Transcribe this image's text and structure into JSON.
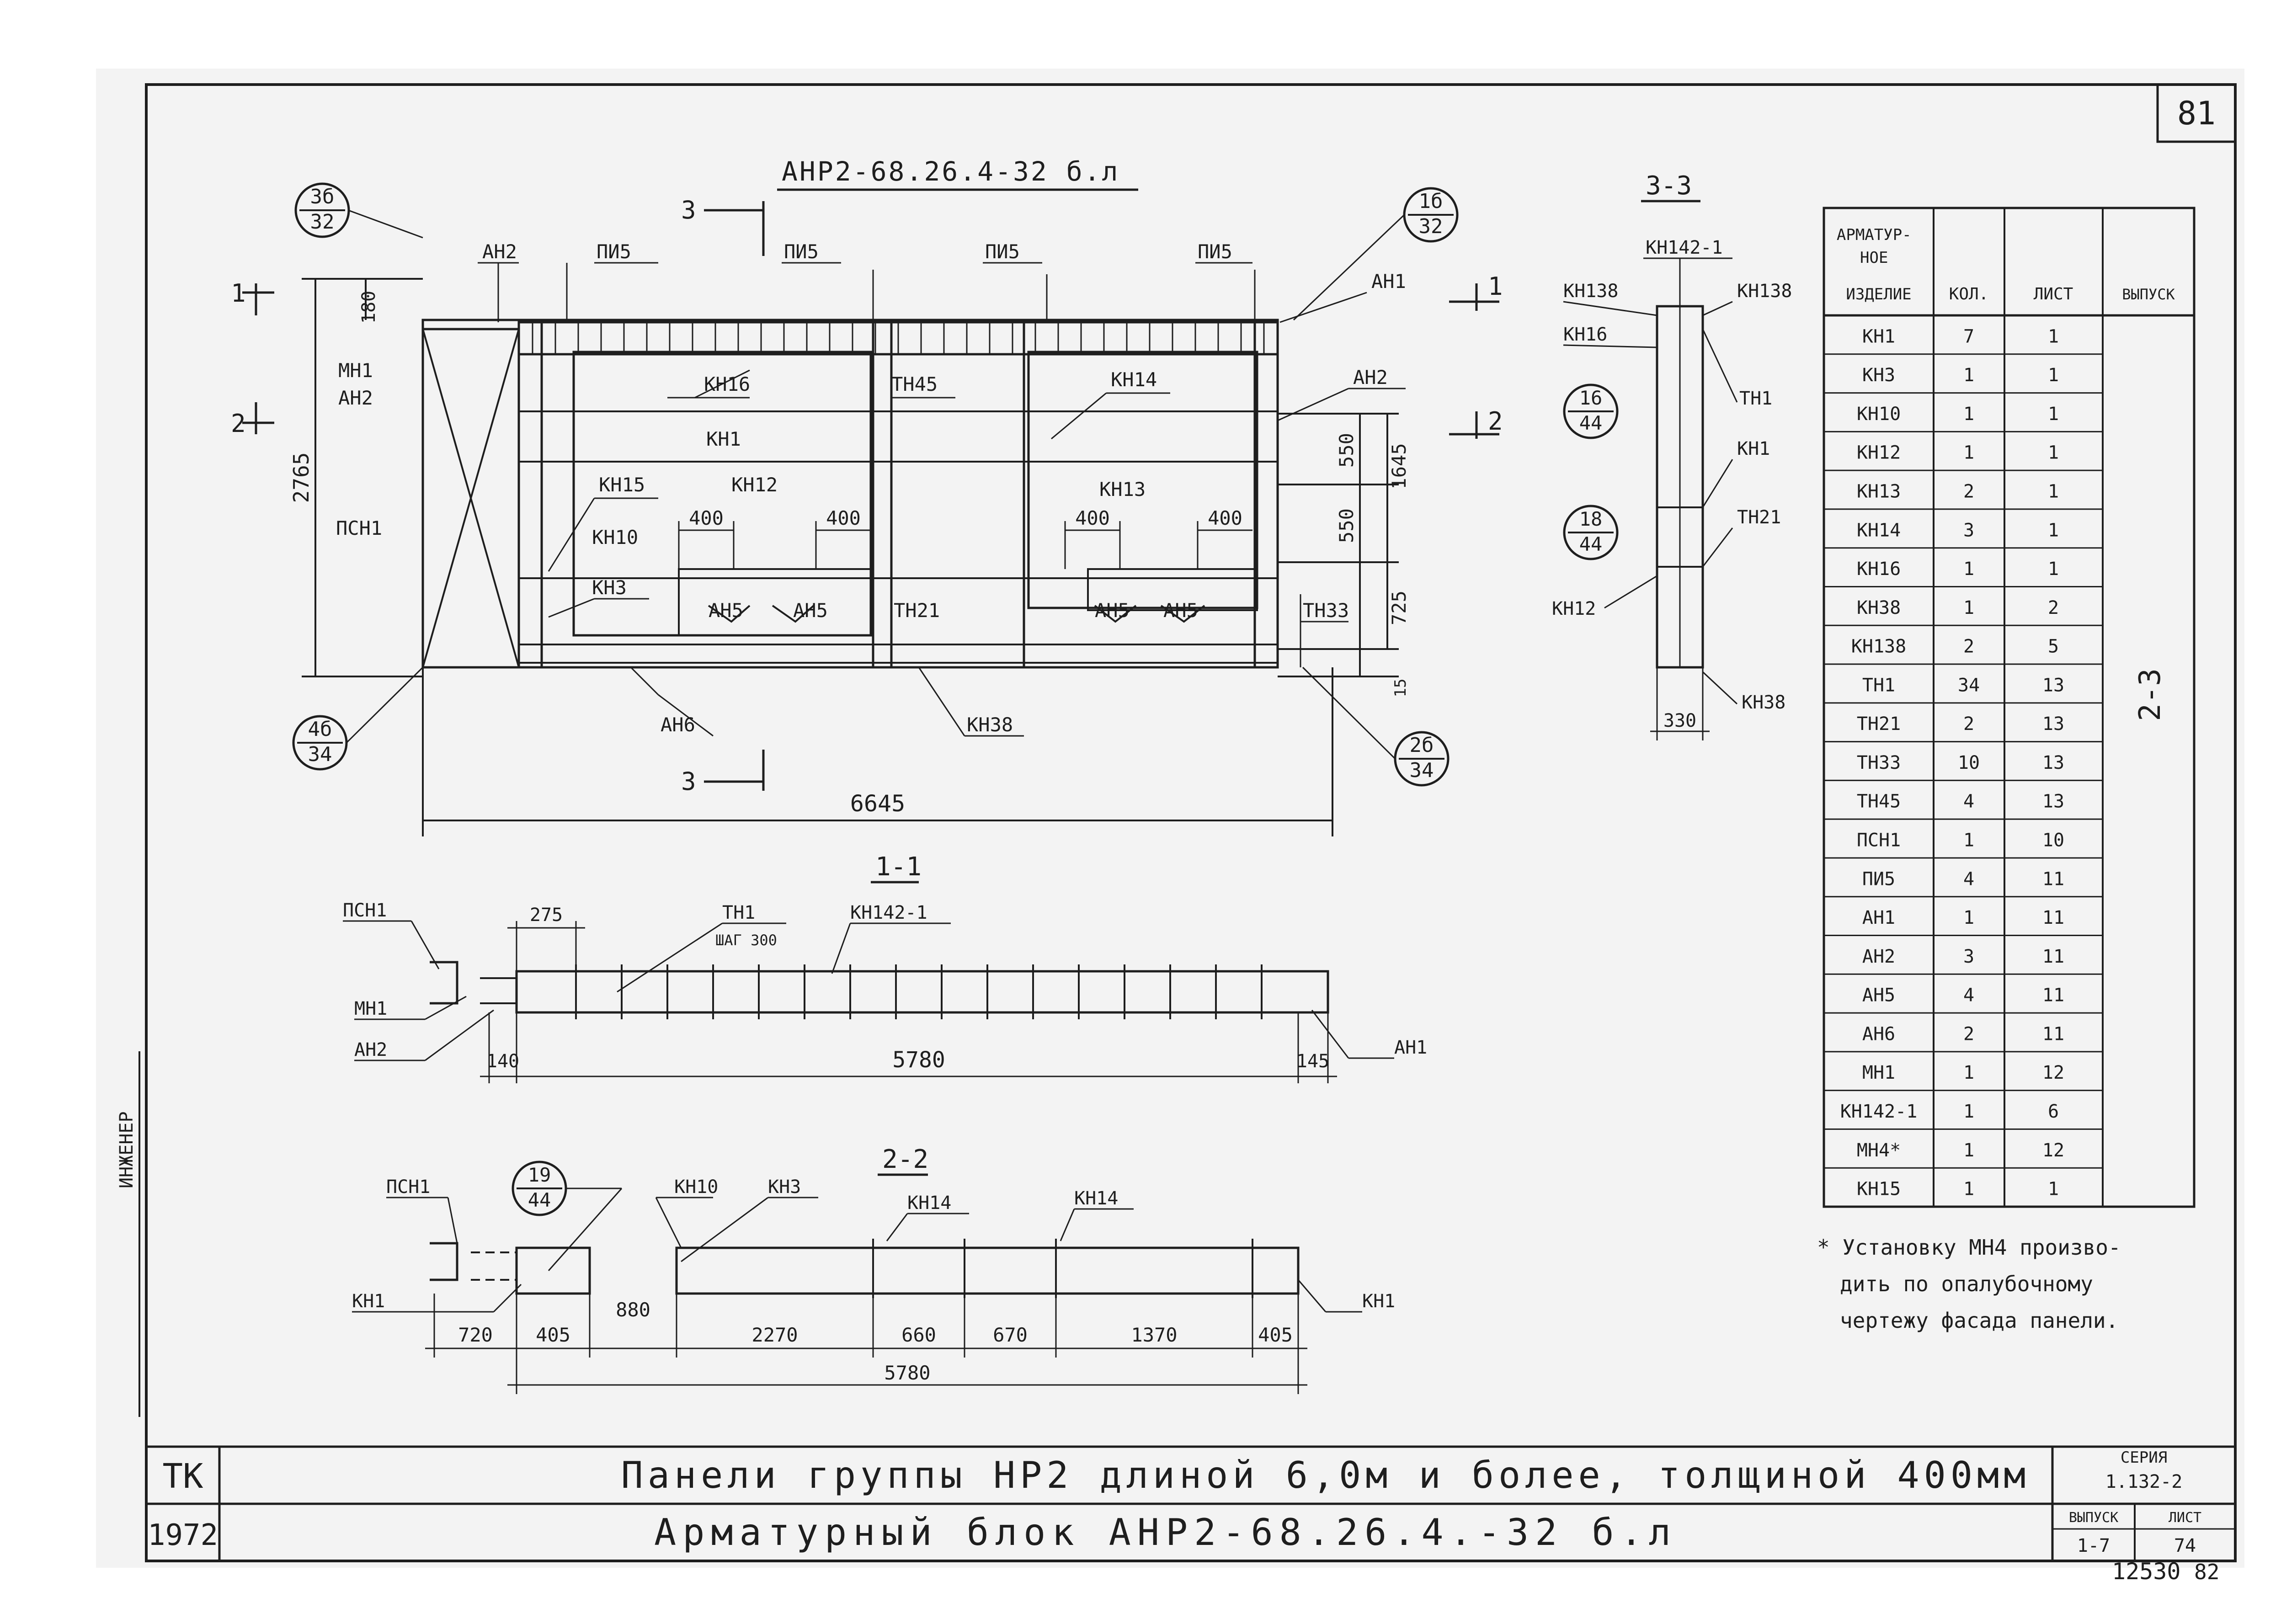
{
  "sheet_number": "81",
  "stamp_bottom": "12530",
  "stamp_corner": "82",
  "main_view": {
    "title": "АНР2-68.26.4-32 б.л",
    "dims": {
      "overall_length": "6645",
      "height": "2765",
      "top_offset": "180",
      "d1645": "1645",
      "d550a": "550",
      "d550b": "550",
      "d725": "725",
      "d15": "15",
      "d400a": "400",
      "d400b": "400",
      "d400c": "400",
      "d400d": "400"
    },
    "labels": {
      "an2_top": "АН2",
      "pi5_a": "ПИ5",
      "pi5_b": "ПИ5",
      "pi5_c": "ПИ5",
      "pi5_d": "ПИ5",
      "an1": "АН1",
      "mn1": "МН1",
      "an2_left": "АН2",
      "kn16": "КН16",
      "tn45": "ТН45",
      "kn14": "КН14",
      "an2_right": "АН2",
      "kn1": "КН1",
      "kn15": "КН15",
      "kn12": "КН12",
      "kn13": "КН13",
      "psn1": "ПСН1",
      "kn10": "КН10",
      "kn3": "КН3",
      "an5a": "АН5",
      "an5b": "АН5",
      "tn21": "ТН21",
      "an5c": "АН5",
      "an5d": "АН5",
      "tn33": "ТН33",
      "an6": "АН6",
      "kn38": "КН38",
      "cut3_top": "3",
      "cut3_bottom": "3",
      "cut1_left": "1",
      "cut1_right": "1",
      "cut2_left": "2",
      "cut2_right": "2"
    },
    "callouts": {
      "c3b": [
        "3б",
        "32"
      ],
      "c1b": [
        "1б",
        "32"
      ],
      "c4b": [
        "4б",
        "34"
      ],
      "c2b": [
        "2б",
        "34"
      ]
    }
  },
  "section_1_1": {
    "title": "1-1",
    "labels": {
      "psn1": "ПСН1",
      "tn1": "ТН1",
      "step": "ШАГ 300",
      "kn142": "КН142-1",
      "mn1": "МН1",
      "an2": "АН2",
      "an1": "АН1"
    },
    "dims": {
      "d275": "275",
      "d140": "140",
      "d5780": "5780",
      "d145": "145"
    }
  },
  "section_2_2": {
    "title": "2-2",
    "labels": {
      "psn1": "ПСН1",
      "kn10": "КН10",
      "kn3": "КН3",
      "kn14a": "КН14",
      "kn14b": "КН14",
      "kn1_left": "КН1",
      "kn1_right": "КН1"
    },
    "callout": [
      "19",
      "44"
    ],
    "dims": {
      "d720": "720",
      "d405a": "405",
      "d880": "880",
      "d2270": "2270",
      "d660": "660",
      "d670": "670",
      "d1370": "1370",
      "d405b": "405",
      "d5780": "5780"
    }
  },
  "section_3_3": {
    "title": "3-3",
    "labels": {
      "kn142": "КН142-1",
      "kn138_left": "КН138",
      "kn138_right": "КН138",
      "kn16": "КН16",
      "tn1": "ТН1",
      "kn1": "КН1",
      "tn21": "ТН21",
      "kn12": "КН12",
      "kn38": "КН38"
    },
    "callouts": {
      "c16": [
        "16",
        "44"
      ],
      "c18": [
        "18",
        "44"
      ]
    },
    "dims": {
      "d330": "330"
    }
  },
  "spec_table": {
    "headers": [
      "АРМАТУР-\nНОЕ\nИЗДЕЛИЕ",
      "КОЛ.",
      "ЛИСТ",
      "ВЫПУСК"
    ],
    "release": "2-3",
    "rows": [
      [
        "КН1",
        "7",
        "1"
      ],
      [
        "КН3",
        "1",
        "1"
      ],
      [
        "КН10",
        "1",
        "1"
      ],
      [
        "КН12",
        "1",
        "1"
      ],
      [
        "КН13",
        "2",
        "1"
      ],
      [
        "КН14",
        "3",
        "1"
      ],
      [
        "КН16",
        "1",
        "1"
      ],
      [
        "КН38",
        "1",
        "2"
      ],
      [
        "КН138",
        "2",
        "5"
      ],
      [
        "ТН1",
        "34",
        "13"
      ],
      [
        "ТН21",
        "2",
        "13"
      ],
      [
        "ТН33",
        "10",
        "13"
      ],
      [
        "ТН45",
        "4",
        "13"
      ],
      [
        "ПСН1",
        "1",
        "10"
      ],
      [
        "ПИ5",
        "4",
        "11"
      ],
      [
        "АН1",
        "1",
        "11"
      ],
      [
        "АН2",
        "3",
        "11"
      ],
      [
        "АН5",
        "4",
        "11"
      ],
      [
        "АН6",
        "2",
        "11"
      ],
      [
        "МН1",
        "1",
        "12"
      ],
      [
        "КН142-1",
        "1",
        "6"
      ],
      [
        "МН4*",
        "1",
        "12"
      ],
      [
        "КН15",
        "1",
        "1"
      ]
    ]
  },
  "footnote": [
    "* Установку МН4 произво-",
    "дить по опалубочному",
    "чертежу фасада панели."
  ],
  "title_block": {
    "tk": "ТК",
    "year": "1972",
    "line1": "Панели группы НР2 длиной 6,0м и более, толщиной 400мм",
    "line2": "Арматурный блок АНР2-68.26.4.-32 б.л",
    "series_label": "СЕРИЯ",
    "series_value": "1.132-2",
    "issue_label": "ВЫПУСК",
    "issue_value": "1-7",
    "sheet_label": "ЛИСТ",
    "sheet_value": "74"
  },
  "side_stamp": "ИНЖЕНЕР"
}
